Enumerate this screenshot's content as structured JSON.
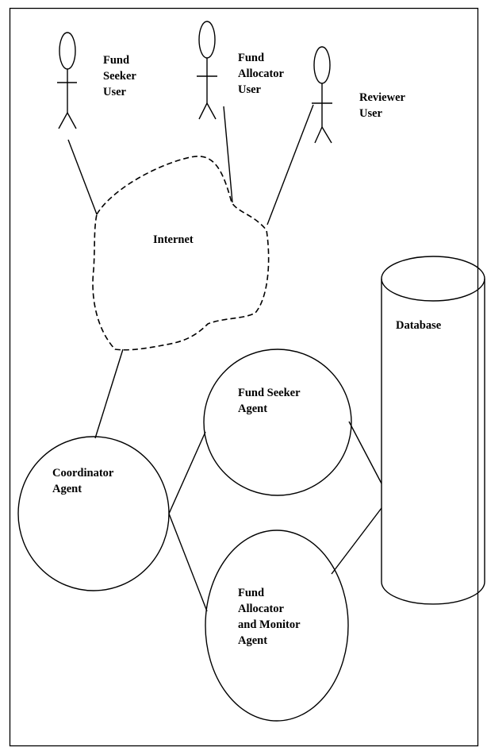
{
  "actors": {
    "fund_seeker": {
      "line1": "Fund",
      "line2": "Seeker",
      "line3": "User"
    },
    "fund_allocator": {
      "line1": "Fund",
      "line2": "Allocator",
      "line3": "User"
    },
    "reviewer": {
      "line1": "Reviewer",
      "line2": "User"
    }
  },
  "cloud": {
    "label": "Internet"
  },
  "agents": {
    "coordinator": {
      "line1": "Coordinator",
      "line2": "Agent"
    },
    "fund_seeker": {
      "line1": "Fund Seeker",
      "line2": "Agent"
    },
    "fund_allocator_monitor": {
      "line1": "Fund",
      "line2": "Allocator",
      "line3": "and Monitor",
      "line4": "Agent"
    }
  },
  "database": {
    "label": "Database"
  }
}
